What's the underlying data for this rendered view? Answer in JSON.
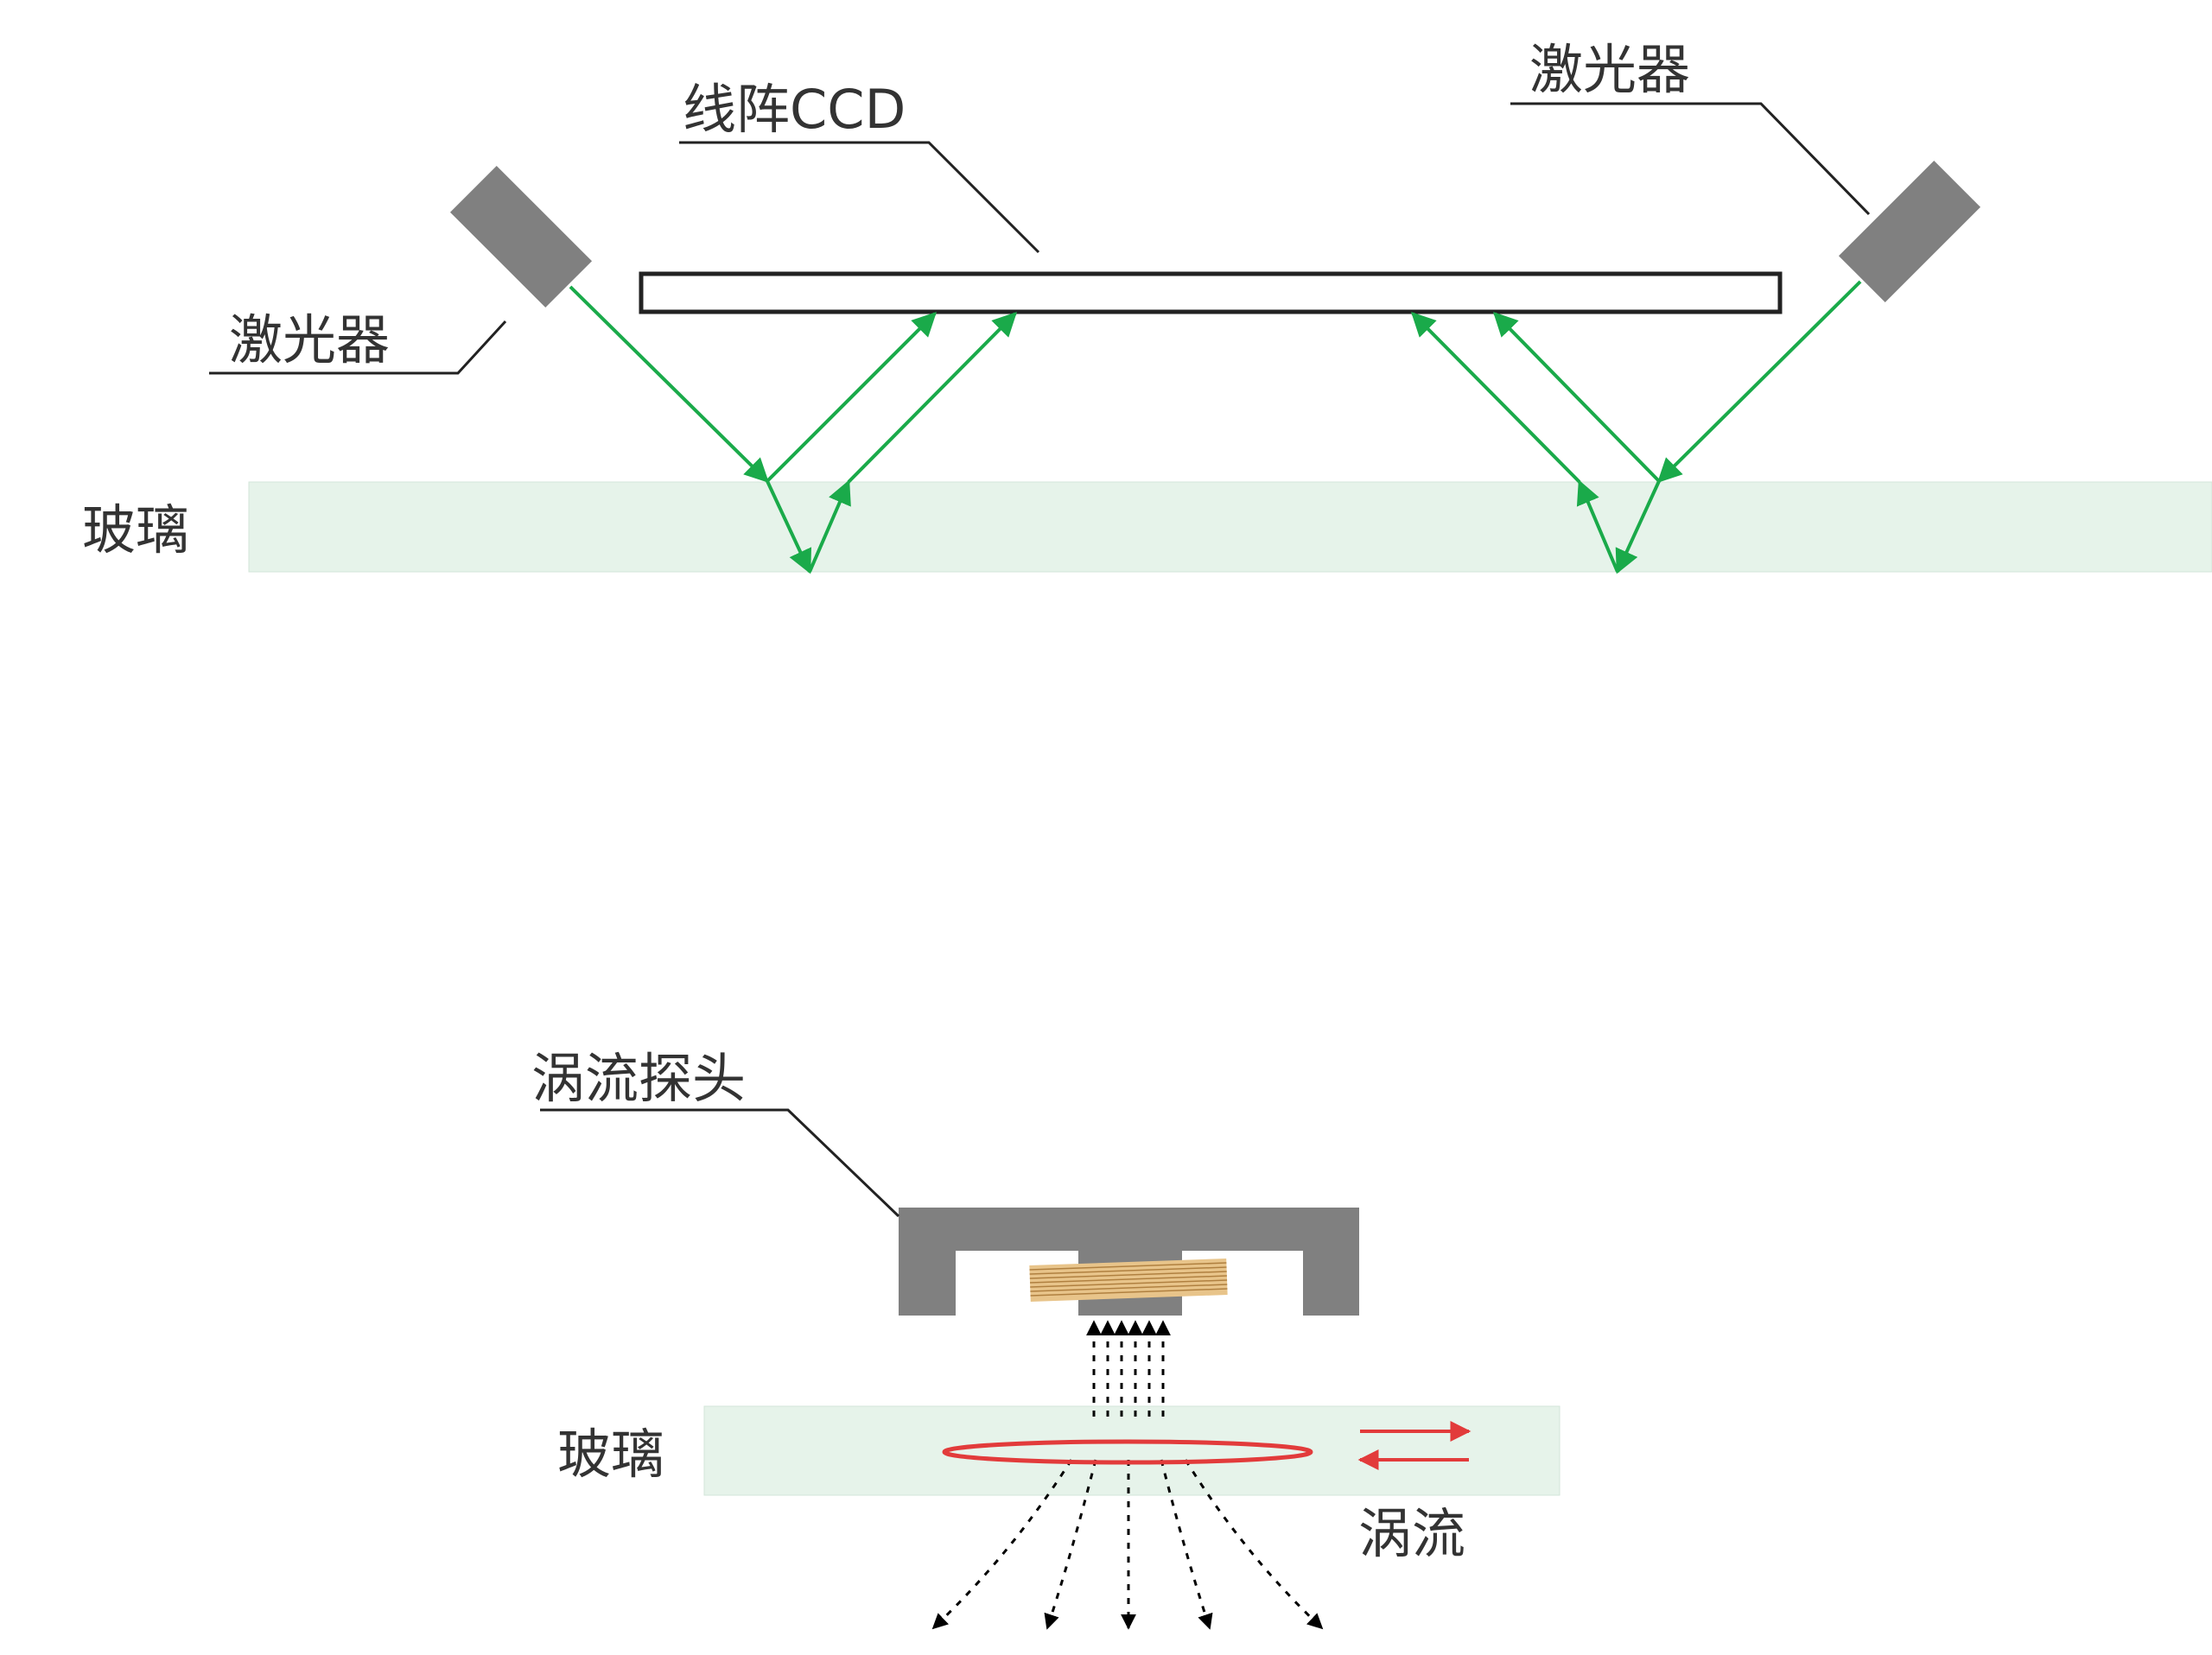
{
  "top_diagram": {
    "ccd_label": "线阵CCD",
    "laser_left_label": "激光器",
    "laser_right_label": "激光器",
    "glass_label": "玻璃"
  },
  "bottom_diagram": {
    "probe_label": "涡流探头",
    "glass_label": "玻璃",
    "eddy_label": "涡流"
  },
  "colors": {
    "laser_body": "#808080",
    "beam": "#1aaa4a",
    "glass_fill": "#e6f3ea",
    "probe_body": "#808080",
    "coil": "#e8c48a",
    "eddy_current": "#e23b3b",
    "leader_line": "#222222"
  }
}
